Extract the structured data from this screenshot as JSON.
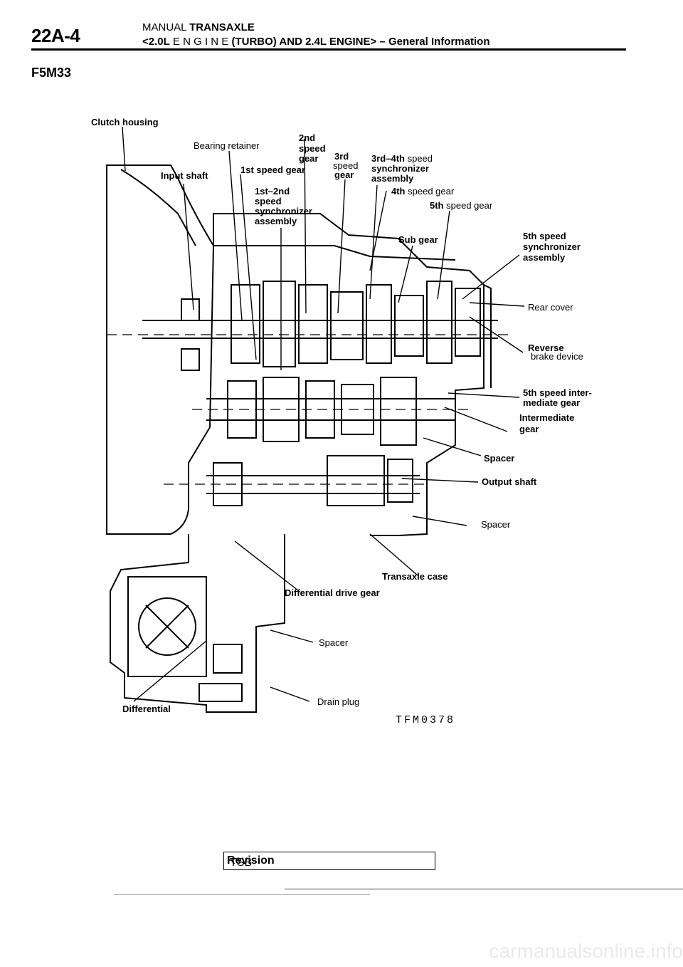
{
  "header": {
    "page_number": "22A-4",
    "line1_prefix": "MANUAL",
    "line1_bold": "TRANSAXLE",
    "line2_engine": "<2.0L",
    "line2_spaced": "E N G I N E",
    "line2_rest": "(TURBO) AND 2.4L ENGINE> –",
    "line2_section": "General Information"
  },
  "model": "F5M33",
  "labels": {
    "clutch_housing": "Clutch housing",
    "bearing_retainer": "Bearing retainer",
    "second_a": "2nd",
    "second_b": "speed",
    "second_c": "gear",
    "third_a": "3rd",
    "third_b": "speed",
    "third_c": "gear",
    "sync34_a": "3rd–4th",
    "sync34_a2": "speed",
    "sync34_b": "synchronizer",
    "sync34_c": "assembly",
    "first_gear": "1st speed gear",
    "input_shaft": "Input shaft",
    "fourth_a": "4th",
    "fourth_b": "speed gear",
    "fifth_a": "5th",
    "fifth_b": "speed gear",
    "sync12_a": "1st–2nd",
    "sync12_b": "speed",
    "sync12_c": "synchronizer",
    "sync12_d": "assembly",
    "sub_gear": "Sub gear",
    "sync5_a": "5th speed",
    "sync5_b": "synchronizer",
    "sync5_c": "assembly",
    "rear_cover": "Rear cover",
    "reverse_a": "Reverse",
    "reverse_b": "brake device",
    "inter5_a": "5th speed inter-",
    "inter5_b": "mediate gear",
    "intermediate_a": "Intermediate",
    "intermediate_b": "gear",
    "spacer1": "Spacer",
    "output_shaft": "Output shaft",
    "spacer2": "Spacer",
    "transaxle_case": "Transaxle case",
    "diff_drive_gear": "Differential drive gear",
    "spacer3": "Spacer",
    "drain_plug": "Drain plug",
    "differential": "Differential"
  },
  "figure_code": "TFM0378",
  "footer": {
    "tsb_prefix": "TSB",
    "tsb_bold": "Revision",
    "watermark": "carmanualsonline.info"
  }
}
